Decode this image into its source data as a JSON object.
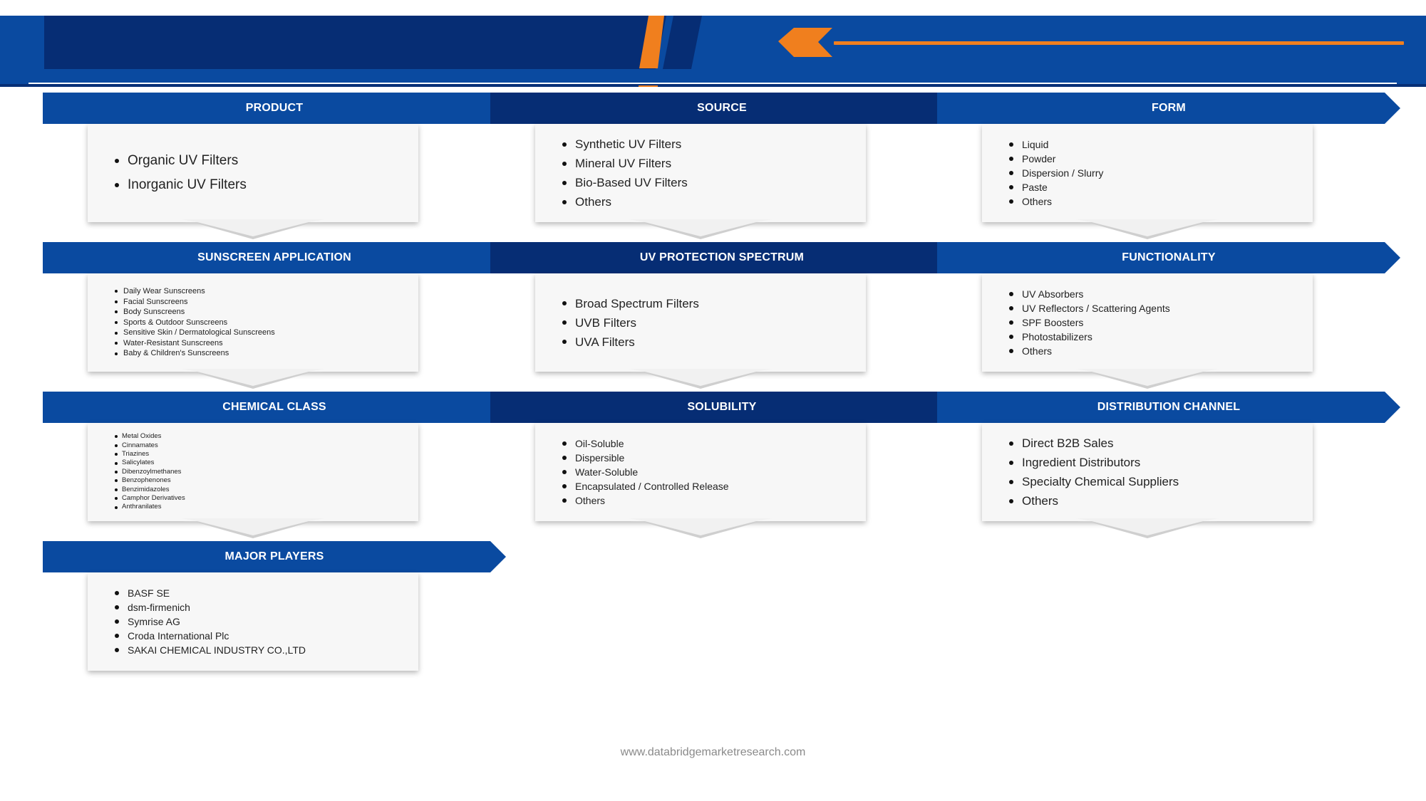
{
  "footer_url": "www.databridgemarketresearch.com",
  "colors": {
    "light_blue": "#0a4aa0",
    "dark_blue": "#062d74",
    "accent_orange": "#f07f1e",
    "card_bg": "#f7f7f7"
  },
  "segments": [
    {
      "title": "PRODUCT",
      "items": [
        "Organic UV Filters",
        "Inorganic UV Filters"
      ]
    },
    {
      "title": "SOURCE",
      "items": [
        "Synthetic UV Filters",
        "Mineral UV Filters",
        "Bio-Based UV Filters",
        "Others"
      ]
    },
    {
      "title": "FORM",
      "items": [
        "Liquid",
        "Powder",
        "Dispersion / Slurry",
        "Paste",
        "Others"
      ]
    },
    {
      "title": "SUNSCREEN APPLICATION",
      "items": [
        "Daily Wear Sunscreens",
        "Facial Sunscreens",
        "Body Sunscreens",
        "Sports & Outdoor Sunscreens",
        "Sensitive Skin / Dermatological Sunscreens",
        "Water-Resistant Sunscreens",
        "Baby & Children's Sunscreens"
      ]
    },
    {
      "title": "UV PROTECTION SPECTRUM",
      "items": [
        "Broad Spectrum Filters",
        "UVB Filters",
        "UVA Filters"
      ]
    },
    {
      "title": "FUNCTIONALITY",
      "items": [
        "UV Absorbers",
        "UV Reflectors / Scattering Agents",
        "SPF Boosters",
        "Photostabilizers",
        "Others"
      ]
    },
    {
      "title": "CHEMICAL CLASS",
      "items": [
        "Metal Oxides",
        "Cinnamates",
        "Triazines",
        "Salicylates",
        "Dibenzoylmethanes",
        "Benzophenones",
        "Benzimidazoles",
        "Camphor Derivatives",
        "Anthranilates"
      ]
    },
    {
      "title": "SOLUBILITY",
      "items": [
        "Oil-Soluble",
        "Dispersible",
        "Water-Soluble",
        "Encapsulated / Controlled Release",
        "Others"
      ]
    },
    {
      "title": "DISTRIBUTION CHANNEL",
      "items": [
        "Direct B2B Sales",
        "Ingredient Distributors",
        "Specialty Chemical Suppliers",
        "Others"
      ]
    },
    {
      "title": "MAJOR PLAYERS",
      "items": [
        "BASF SE",
        "dsm-firmenich",
        "Symrise AG",
        "Croda International Plc",
        "SAKAI CHEMICAL INDUSTRY CO.,LTD"
      ]
    }
  ]
}
